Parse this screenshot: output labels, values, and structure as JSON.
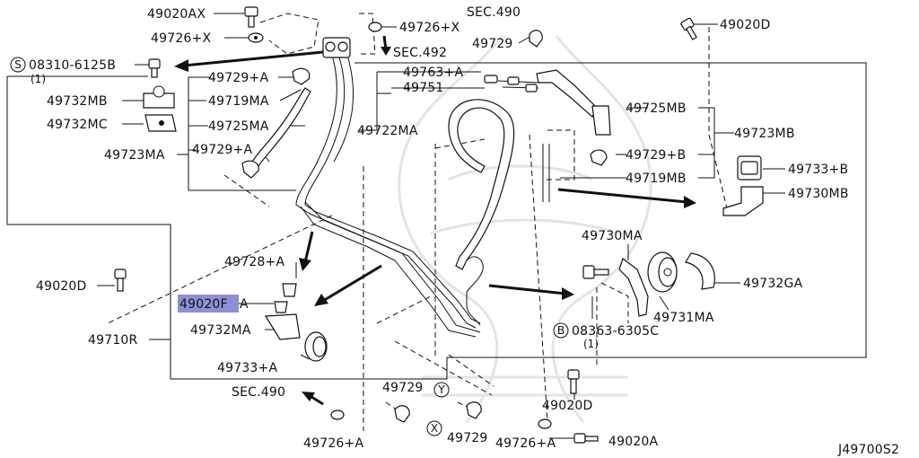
{
  "labels": {
    "p49020AX": "49020AX",
    "p49726X_top": "49726+X",
    "p49726X_right": "49726+X",
    "sec490_top": "SEC.490",
    "sec492": "SEC.492",
    "p49729_top": "49729",
    "p49020D_top": "49020D",
    "s08310": "08310-6125B",
    "s08310_qty": "(1)",
    "p49729A_1": "49729+A",
    "p49732MB": "49732MB",
    "p49719MA": "49719MA",
    "p49732MC": "49732MC",
    "p49725MA": "49725MA",
    "p49729A_2": "49729+A",
    "p49723MA": "49723MA",
    "p49763A": "49763+A",
    "p49751": "49751",
    "p49722MA": "49722MA",
    "p49725MB": "49725MB",
    "p49723MB": "49723MB",
    "p49729B": "49729+B",
    "p49719MB": "49719MB",
    "p49733B": "49733+B",
    "p49730MB": "49730MB",
    "p49730MA": "49730MA",
    "p49732GA": "49732GA",
    "p49731MA": "49731MA",
    "b08363": "08363-6305C",
    "b08363_qty": "(1)",
    "p49020D_left": "49020D",
    "p49728A": "49728+A",
    "p49020F": "49020F",
    "p49020F_suffix": "A",
    "p49732MA": "49732MA",
    "p49710R": "49710R",
    "p49733A": "49733+A",
    "sec490_bottom": "SEC.490",
    "p49729_bottom1": "49729",
    "p49729_bottom2": "49729",
    "p49020D_bottom": "49020D",
    "p49726A_left": "49726+A",
    "p49726A_right": "49726+A",
    "p49020A": "49020A",
    "diagram_code": "J49700S2"
  },
  "markers": {
    "s_marker": "S",
    "b_marker": "B",
    "x_marker_bottom": "X",
    "y_marker_bottom": "Y"
  },
  "colors": {
    "highlight": "#8f8fd8",
    "line": "#111111",
    "watermark": "#e4e4e4"
  }
}
